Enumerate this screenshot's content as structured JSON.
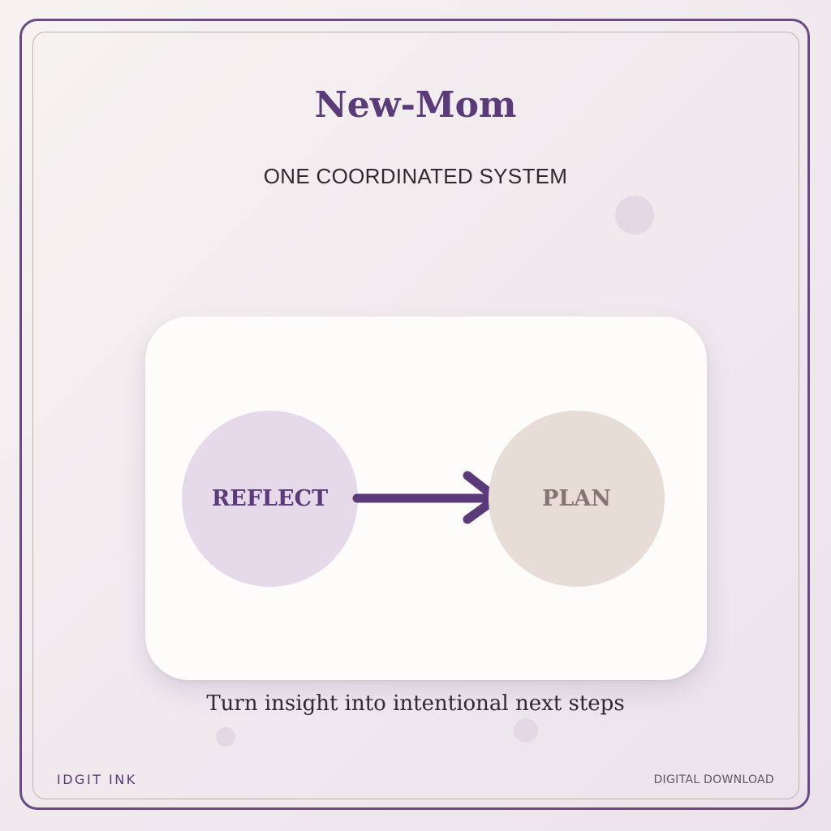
{
  "header": {
    "title": "New-Mom",
    "subtitle": "ONE COORDINATED SYSTEM"
  },
  "diagram": {
    "nodes": [
      {
        "id": "reflect",
        "label": "REFLECT",
        "fill": "#e5d9ea",
        "text_color": "#5a3a78"
      },
      {
        "id": "plan",
        "label": "PLAN",
        "fill": "#e8ddd6",
        "text_color": "#857472"
      }
    ],
    "edges": [
      {
        "from": "reflect",
        "to": "plan",
        "color": "#5a3a78"
      }
    ],
    "caption": "Turn insight into intentional next steps"
  },
  "footer": {
    "brand": "IDGIT INK",
    "tag": "DIGITAL DOWNLOAD"
  },
  "colors": {
    "accent": "#5a3a78",
    "frame": "#6b4a86",
    "inner_frame": "#bfb4aa",
    "card": "#fdfcfa"
  }
}
